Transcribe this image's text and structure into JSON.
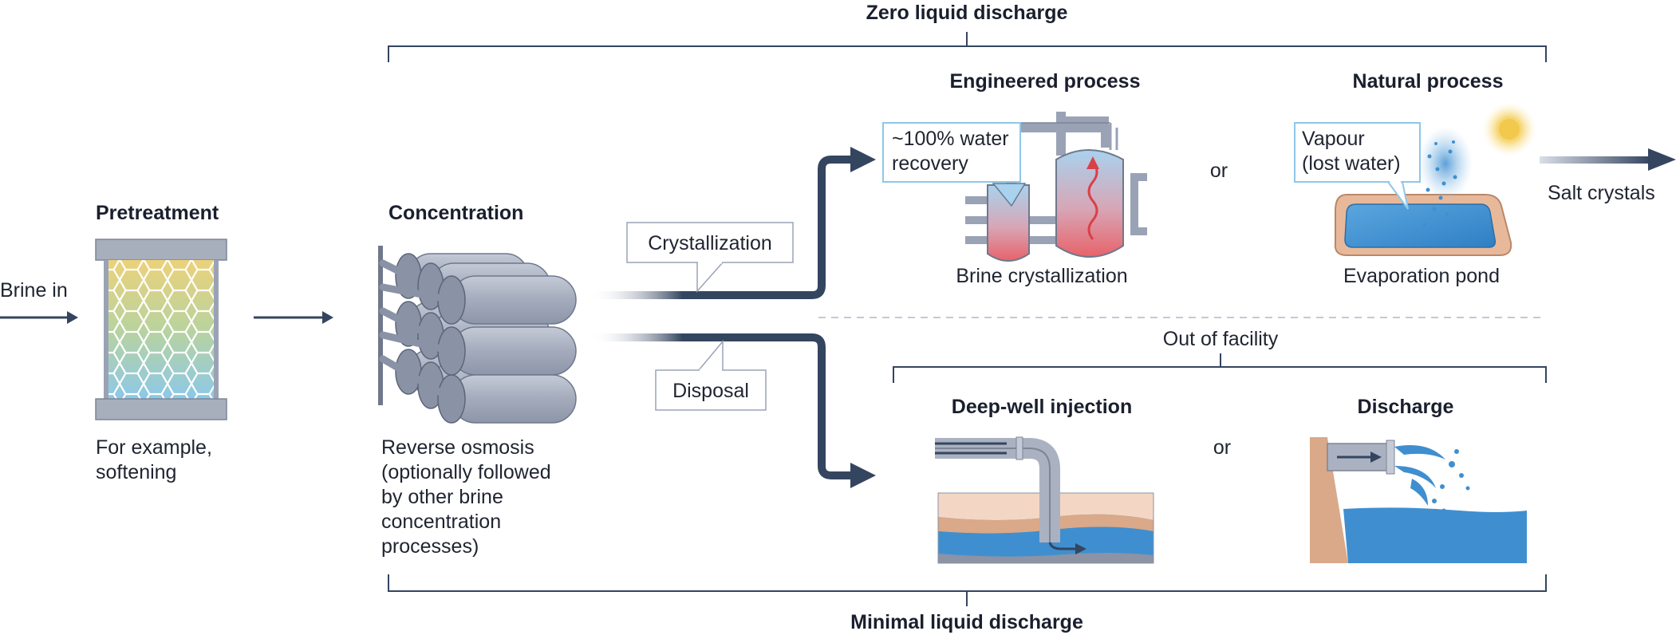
{
  "top_bracket": {
    "label": "Zero liquid discharge"
  },
  "bottom_bracket": {
    "label": "Minimal liquid discharge"
  },
  "inlet": {
    "label": "Brine in"
  },
  "pretreatment": {
    "title": "Pretreatment",
    "caption_lines": [
      "For example,",
      "softening"
    ]
  },
  "concentration": {
    "title": "Concentration",
    "caption_lines": [
      "Reverse osmosis",
      "(optionally followed",
      "by other brine",
      "concentration",
      "processes)"
    ]
  },
  "routes": {
    "crystallization_label": "Crystallization",
    "disposal_label": "Disposal"
  },
  "engineered": {
    "title": "Engineered process",
    "callout_lines": [
      "~100% water",
      "recovery"
    ],
    "caption": "Brine crystallization"
  },
  "or_labels": {
    "upper": "or",
    "lower": "or"
  },
  "natural": {
    "title": "Natural process",
    "callout_lines": [
      "Vapour",
      "(lost water)"
    ],
    "caption": "Evaporation pond"
  },
  "output": {
    "label": "Salt crystals"
  },
  "out_of_facility": {
    "label": "Out of facility"
  },
  "deep_well": {
    "title": "Deep-well injection"
  },
  "discharge": {
    "title": "Discharge"
  },
  "colors": {
    "navy": "#34455f",
    "steel": "#9aa3b5",
    "water": "#3f8fd0",
    "callout_border": "#8ec7e8",
    "sun": "#f2c94c"
  }
}
